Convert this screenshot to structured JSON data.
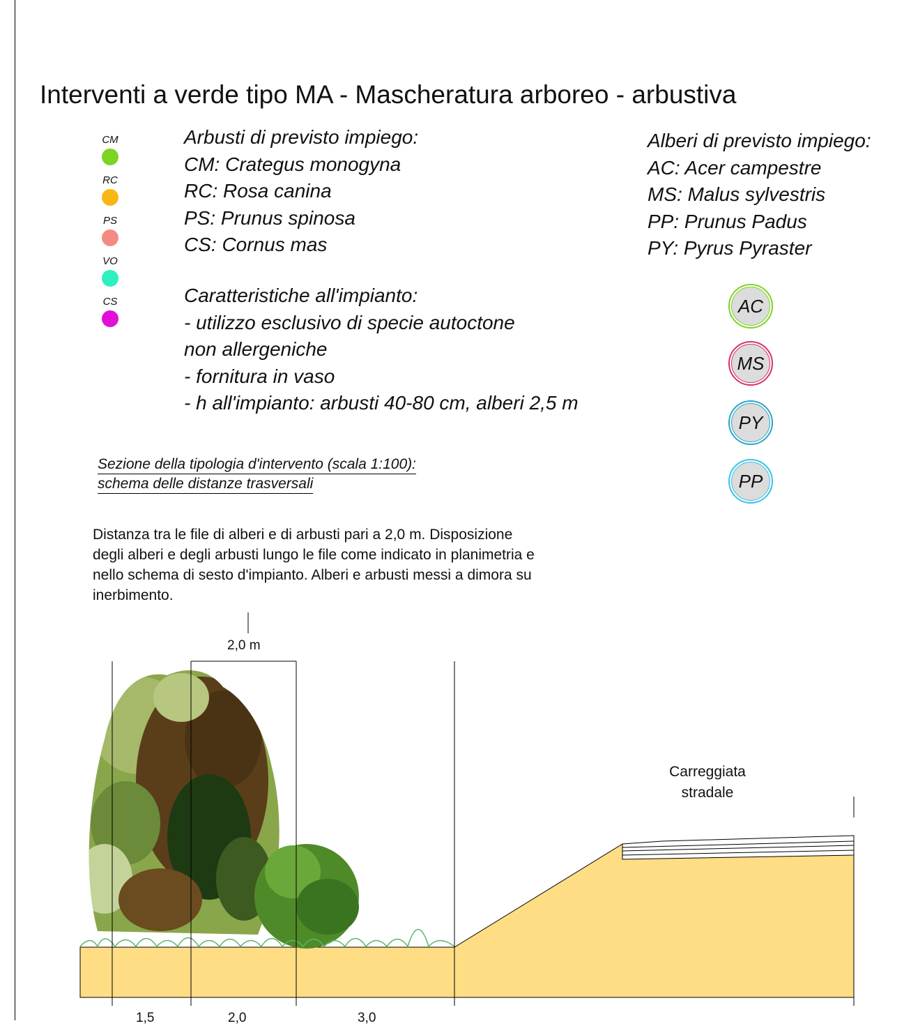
{
  "title": "Interventi a verde tipo MA - Mascheratura arboreo - arbustiva",
  "shrub_legend": [
    {
      "code": "CM",
      "color": "#7dd321"
    },
    {
      "code": "RC",
      "color": "#f9b614"
    },
    {
      "code": "PS",
      "color": "#f38b83"
    },
    {
      "code": "VO",
      "color": "#2ef0bf"
    },
    {
      "code": "CS",
      "color": "#e010d8"
    }
  ],
  "shrubs": {
    "heading": "Arbusti di previsto impiego:",
    "items": [
      "CM: Crategus monogyna",
      "RC: Rosa canina",
      "PS: Prunus spinosa",
      "CS: Cornus mas"
    ]
  },
  "trees": {
    "heading": "Alberi di previsto impiego:",
    "items": [
      "AC: Acer campestre",
      "MS: Malus sylvestris",
      "PP: Prunus Padus",
      "PY: Pyrus Pyraster"
    ]
  },
  "tree_badges": [
    {
      "code": "AC",
      "color": "#7dd321"
    },
    {
      "code": "MS",
      "color": "#d6306e"
    },
    {
      "code": "PY",
      "color": "#2aa6c8"
    },
    {
      "code": "PP",
      "color": "#36c3e8"
    }
  ],
  "characteristics": {
    "heading": "Caratteristiche all'impianto:",
    "lines": [
      "- utilizzo esclusivo di specie autoctone",
      "non allergeniche",
      "- fornitura in vaso",
      "- h all'impianto: arbusti 40-80 cm, alberi 2,5 m"
    ]
  },
  "section_caption": {
    "line1": "Sezione della tipologia d'intervento (scala 1:100):",
    "line2": "schema delle distanze trasversali"
  },
  "note": "Distanza tra le file di alberi e di arbusti pari a 2,0 m. Disposizione degli alberi e degli arbusti lungo le file come indicato in planimetria e nello schema di sesto d'impianto. Alberi e arbusti messi a dimora su inerbimento.",
  "dimensions": {
    "top": "2,0 m",
    "bottom": [
      "1,5",
      "2,0",
      "3,0"
    ]
  },
  "road_label": {
    "line1": "Carreggiata",
    "line2": "stradale"
  },
  "colors": {
    "ground": "#fedd85",
    "grass": "#5bb56a"
  }
}
